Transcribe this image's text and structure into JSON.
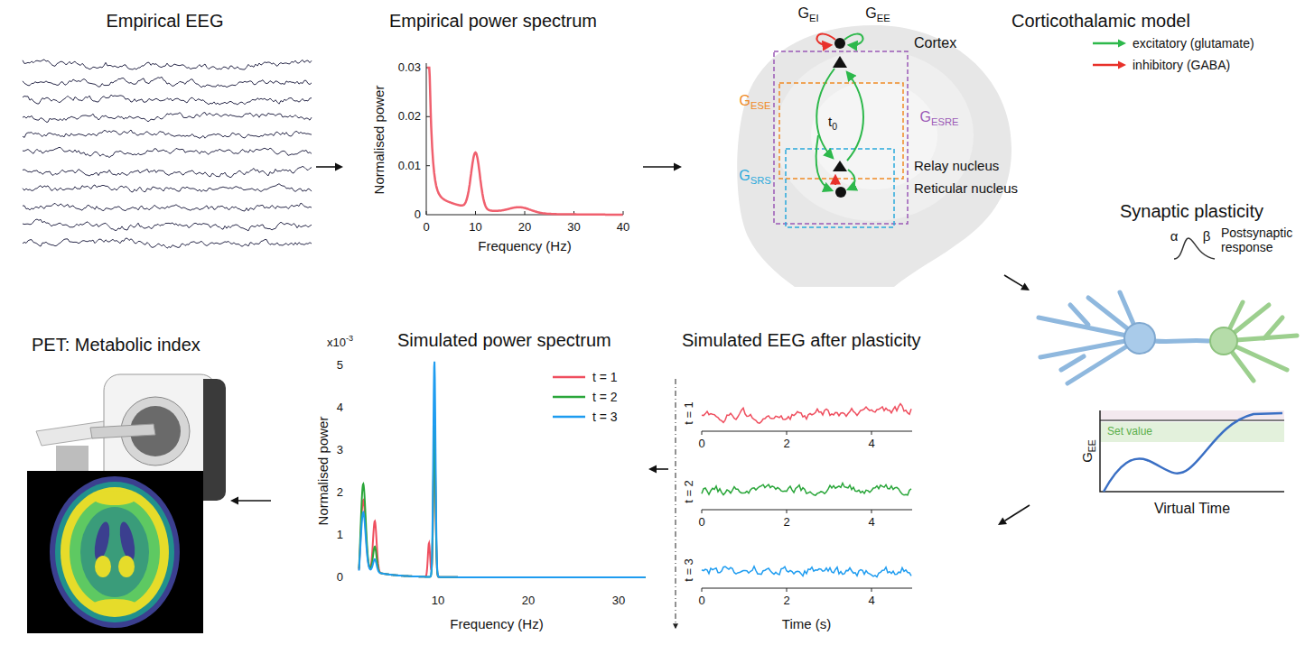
{
  "diagram": {
    "nodes": [
      {
        "text": [
          "Empirical EEG"
        ]
      },
      {
        "text": [
          "Empirical power spectrum"
        ]
      },
      {
        "text": [
          "Corticothalamic model"
        ]
      },
      {
        "text": [
          "Synaptic plasticity"
        ]
      },
      {
        "text": [
          "Simulated EEG after plasticity"
        ]
      },
      {
        "text": [
          "Simulated power spectrum"
        ]
      },
      {
        "text": [
          "PET: Metabolic index"
        ]
      }
    ],
    "edges": [
      {
        "from": 0,
        "to": 1,
        "arrow": "to"
      },
      {
        "from": 1,
        "to": 2,
        "arrow": "to"
      },
      {
        "from": 2,
        "to": 3,
        "arrow": "to"
      },
      {
        "from": 3,
        "to": 4,
        "arrow": "to"
      },
      {
        "from": 4,
        "to": 5,
        "arrow": "to"
      },
      {
        "from": 5,
        "to": 6,
        "arrow": "to"
      }
    ],
    "labels": [
      "Normalised power",
      "Frequency (Hz)",
      "0",
      "0.01",
      "0.02",
      "0.03",
      "0",
      "10",
      "20",
      "30",
      "40",
      "GEI",
      "GEE",
      "Cortex",
      "GESE",
      "GESRE",
      "t0",
      "GSRS",
      "Relay nucleus",
      "Reticular nucleus",
      "α",
      "β",
      "Postsynaptic response",
      "Set value",
      "GEE",
      "Virtual Time",
      "t = 1",
      "0",
      "2",
      "4",
      "t = 2",
      "0",
      "2",
      "4",
      "t = 3",
      "0",
      "2",
      "4",
      "Time (s)",
      "x10-3",
      "Normalised power",
      "0",
      "1",
      "2",
      "3",
      "4",
      "5",
      "10",
      "20",
      "30",
      "Frequency (Hz)"
    ],
    "legend": [
      {
        "text": "excitatory (glutamate)",
        "color": "#2db84b"
      },
      {
        "text": "inhibitory (GABA)",
        "color": "#e8312a"
      },
      {
        "text": "t = 1",
        "color": "#ef4f5f"
      },
      {
        "text": "t = 2",
        "color": "#2aa63a"
      },
      {
        "text": "t = 3",
        "color": "#1e9cf0"
      }
    ]
  }
}
